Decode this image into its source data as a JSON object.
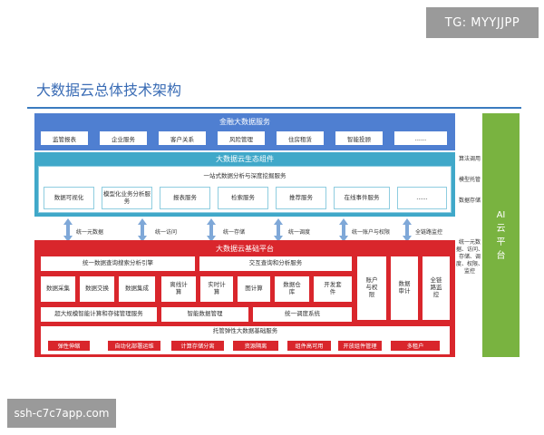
{
  "watermark_top": "TG: MYYJJPP",
  "watermark_bottom": "ssh-c7c7app.com",
  "title": "大数据云总体技术架构",
  "finance": {
    "title": "金融大数据服务",
    "items": [
      "监管报表",
      "企业服务",
      "客户关系",
      "风险管理",
      "住房租赁",
      "智能投顾",
      "......"
    ]
  },
  "ecosystem": {
    "title": "大数据云生态组件",
    "subtitle": "一站式数据分析与深度挖掘服务",
    "items": [
      "数据可视化",
      "模型化业务分析服务",
      "报表服务",
      "检索服务",
      "推荐服务",
      "在线事件服务",
      "......"
    ]
  },
  "connectors": [
    "统一元数据",
    "统一访问",
    "统一存储",
    "统一调度",
    "统一账户与权限",
    "全链路监控"
  ],
  "base": {
    "title": "大数据云基础平台",
    "query_engine": "统一数据查询搜索分析引擎",
    "interactive_query": "交互查询和分析服务",
    "modules": [
      "数据采集",
      "数据交换",
      "数据集成",
      "离线计算",
      "实时计算",
      "图计算",
      "数据仓库",
      "开发套件"
    ],
    "account": "账户与权限",
    "audit": "数据审计",
    "monitor": "全链路监控",
    "large_scale": "超大规模智能计算和存储管理服务",
    "intelligent_data": "智能数据管理",
    "scheduler": "统一调度系统",
    "hosting": "托管弹性大数据基础服务",
    "elastic_items": [
      "弹性伸缩",
      "自动化部署运维",
      "计算存储分离",
      "资源隔离",
      "组件高可用",
      "开放组件管理",
      "多租户"
    ]
  },
  "side": {
    "algo": "算法调用",
    "model": "模型托管",
    "storage": "数据存储",
    "unified": "统一元数据、访问、存储、调度、权限、监控"
  },
  "ai_platform": "AI云平台"
}
